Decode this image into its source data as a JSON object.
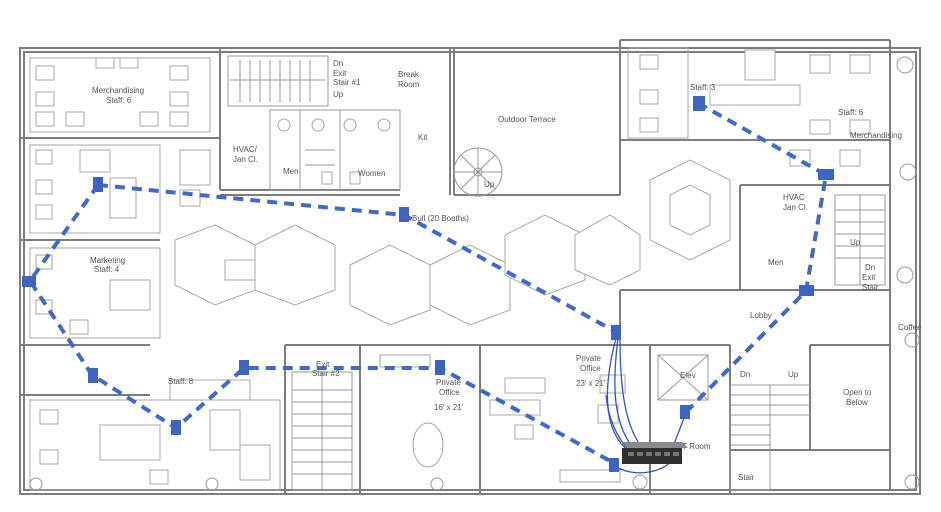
{
  "theme": {
    "cable_color": "#4468c4",
    "ap_color": "#3f63c2",
    "patch_color": "#3555b8",
    "wall_color": "#7d7d7d"
  },
  "labels": {
    "merch_left": "Merchandising",
    "merch_left_staff": "Staff: 6",
    "stair_exit_top_a": "Dn",
    "stair_exit_top_b": "Exit",
    "stair_exit_top_c": "Stair #1",
    "stair_exit_top_d": "Up",
    "break_room_a": "Break",
    "break_room_b": "Room",
    "outdoor_terrace": "Outdoor Terrace",
    "kit": "Kit",
    "hvac_a": "HVAC/",
    "hvac_b": "Jan Cl.",
    "men": "Men",
    "women": "Women",
    "spiral_up": "Up",
    "bullpen": "Bull (20 Booths)",
    "marketing": "Marketing",
    "marketing_staff": "Staff: 4",
    "staff8": "Staff: 8",
    "exit_stair2_a": "Exit",
    "exit_stair2_b": "Stair #2",
    "private_office_mid_a": "Private",
    "private_office_mid_b": "Office",
    "private_office_mid_c": "16' x 21'",
    "private_office_right_a": "Private",
    "private_office_right_b": "Office",
    "private_office_right_c": "23' x 21'",
    "elev": "Elev",
    "it_room": "IT Room",
    "lobby": "Lobby",
    "dn": "Dn",
    "up": "Up",
    "open_below_a": "Open to",
    "open_below_b": "Below",
    "stair": "Stair",
    "merch_right_a": "Staff: 6",
    "merch_right_b": "Merchandising",
    "hvac_right_a": "HVAC",
    "hvac_right_b": "Jan Cl.",
    "men_right": "Men",
    "exit_right_a": "Dn",
    "exit_right_b": "Exit",
    "exit_right_c": "Stair",
    "exit_right_d": "Up",
    "staff_small": "Staff: 3",
    "coffee": "Coffee"
  }
}
